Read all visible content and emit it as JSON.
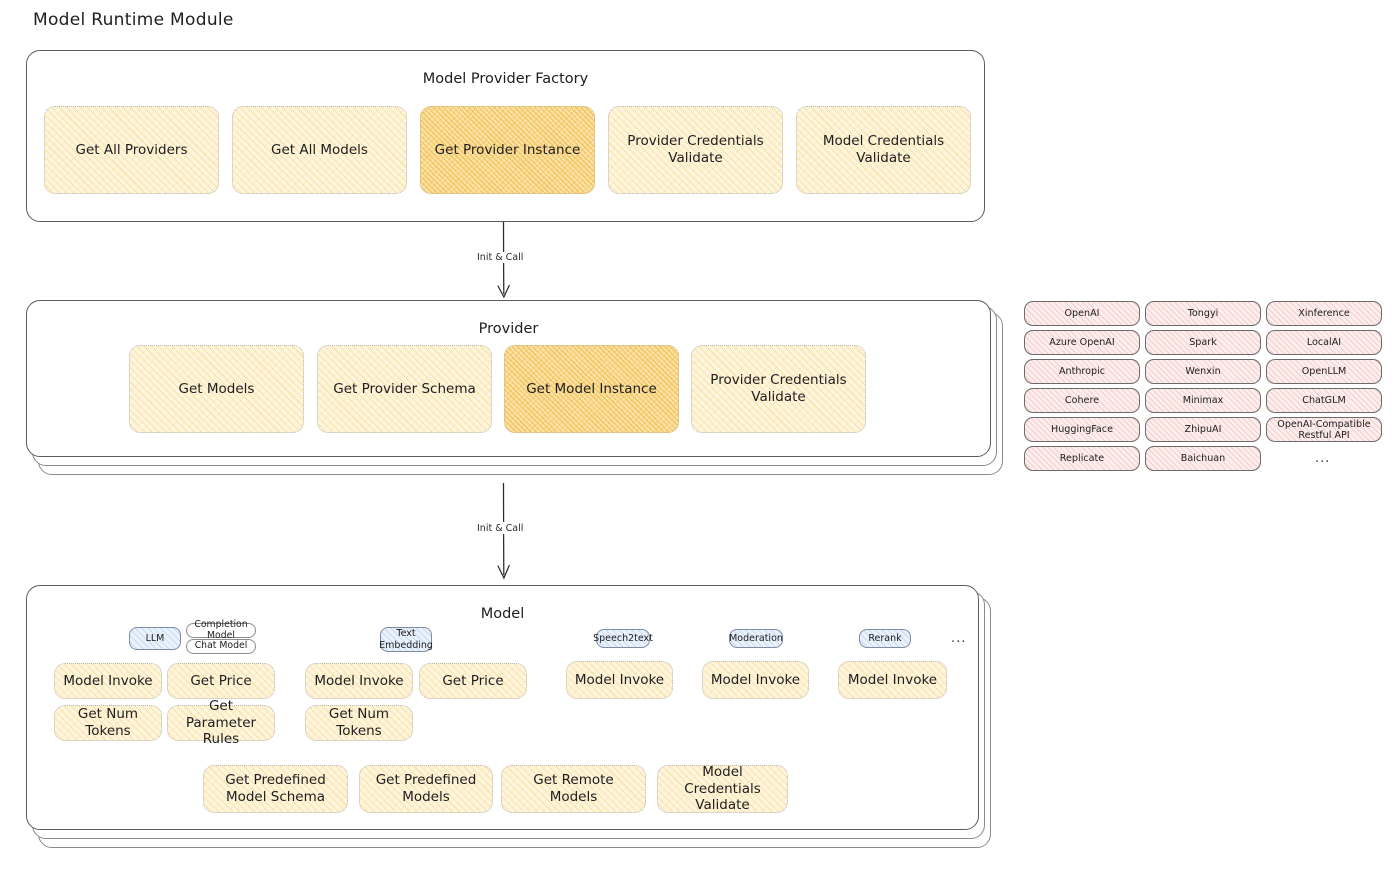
{
  "page": {
    "title": "Model Runtime Module"
  },
  "factory": {
    "title": "Model Provider Factory",
    "methods": [
      {
        "label": "Get All Providers",
        "highlight": false
      },
      {
        "label": "Get All Models",
        "highlight": false
      },
      {
        "label": "Get Provider Instance",
        "highlight": true
      },
      {
        "label": "Provider Credentials Validate",
        "highlight": false
      },
      {
        "label": "Model Credentials Validate",
        "highlight": false
      }
    ]
  },
  "arrows": [
    {
      "label": "Init & Call"
    },
    {
      "label": "Init & Call"
    }
  ],
  "provider": {
    "title": "Provider",
    "methods": [
      {
        "label": "Get Models",
        "highlight": false
      },
      {
        "label": "Get Provider Schema",
        "highlight": false
      },
      {
        "label": "Get Model Instance",
        "highlight": true
      },
      {
        "label": "Provider Credentials Validate",
        "highlight": false
      }
    ]
  },
  "provider_list": {
    "columns": [
      [
        "OpenAI",
        "Azure OpenAI",
        "Anthropic",
        "Cohere",
        "HuggingFace",
        "Replicate"
      ],
      [
        "Tongyi",
        "Spark",
        "Wenxin",
        "Minimax",
        "ZhipuAI",
        "Baichuan"
      ],
      [
        "Xinference",
        "LocalAI",
        "OpenLLM",
        "ChatGLM",
        "OpenAI-Compatible Restful API"
      ]
    ],
    "more": "..."
  },
  "model": {
    "title": "Model",
    "more": "...",
    "types": [
      {
        "name": "LLM",
        "sub_badges": [
          "Completion Model",
          "Chat Model"
        ],
        "methods": [
          {
            "label": "Model Invoke",
            "highlight": true
          },
          {
            "label": "Get Price",
            "highlight": false
          },
          {
            "label": "Get Num Tokens",
            "highlight": false
          },
          {
            "label": "Get Parameter Rules",
            "highlight": false
          }
        ]
      },
      {
        "name": "Text Embedding",
        "sub_badges": [],
        "methods": [
          {
            "label": "Model Invoke",
            "highlight": true
          },
          {
            "label": "Get Price",
            "highlight": false
          },
          {
            "label": "Get Num Tokens",
            "highlight": false
          }
        ]
      },
      {
        "name": "Speech2text",
        "sub_badges": [],
        "methods": [
          {
            "label": "Model Invoke",
            "highlight": true
          }
        ]
      },
      {
        "name": "Moderation",
        "sub_badges": [],
        "methods": [
          {
            "label": "Model Invoke",
            "highlight": true
          }
        ]
      },
      {
        "name": "Rerank",
        "sub_badges": [],
        "methods": [
          {
            "label": "Model Invoke",
            "highlight": true
          }
        ]
      }
    ],
    "shared_methods": [
      {
        "label": "Get Predefined Model Schema"
      },
      {
        "label": "Get Predefined Models"
      },
      {
        "label": "Get Remote Models"
      },
      {
        "label": "Model Credentials Validate"
      }
    ]
  },
  "colors": {
    "highlight_fill": "#fbe2ab",
    "method_fill": "#fdf5de",
    "chip_fill": "#fdeeee",
    "badge_fill": "#e9f2fb",
    "stroke": "#1e1e1e"
  }
}
